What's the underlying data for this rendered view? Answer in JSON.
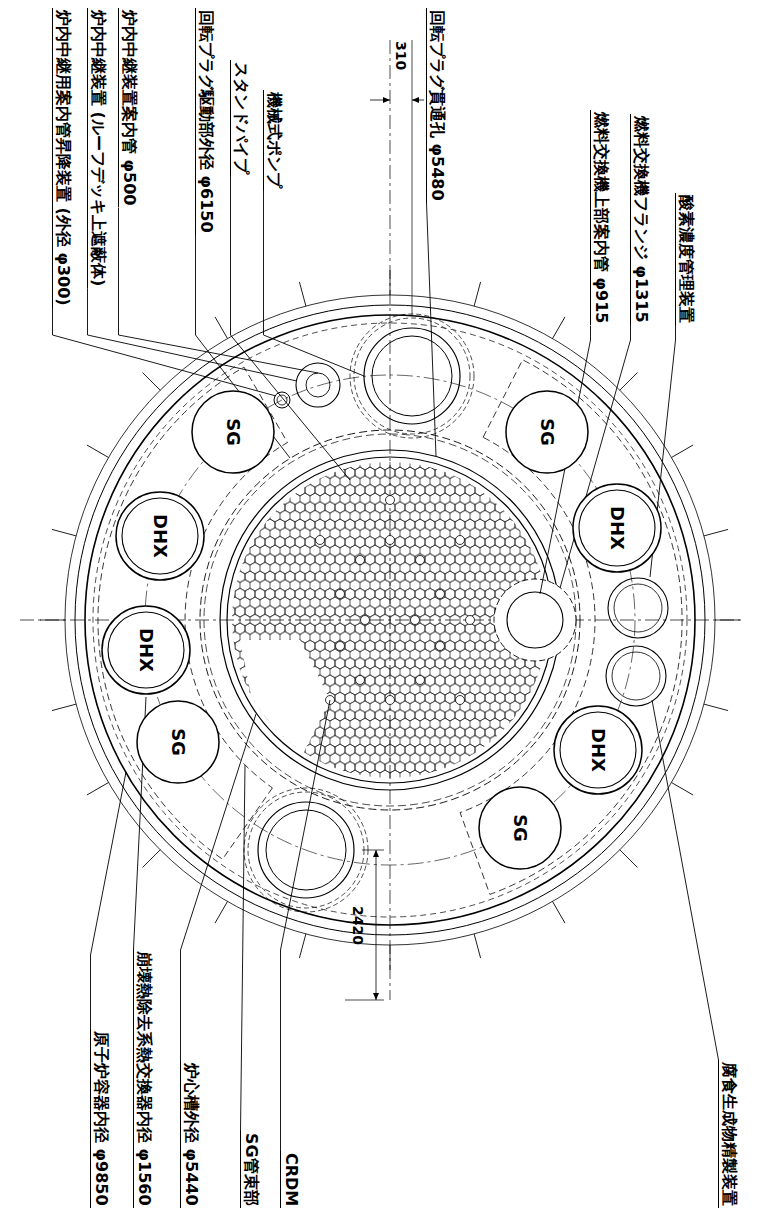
{
  "diagram": {
    "nodes": [
      {
        "text": [
          "SG"
        ]
      },
      {
        "text": [
          "SG"
        ]
      },
      {
        "text": [
          "DHX"
        ]
      },
      {
        "text": [
          "DHX"
        ]
      },
      {
        "text": [
          "DHX"
        ]
      },
      {
        "text": [
          "SG"
        ]
      },
      {
        "text": [
          "DHX"
        ]
      },
      {
        "text": [
          "SG"
        ]
      }
    ],
    "labels": [
      "炉内中継用案内管昇降装置 (外径 φ300)",
      "炉内中継装置 (ルーフデッキ上遮蔽体)",
      "炉内中継装置案内管 φ500",
      "回転プラグ駆動部外径 φ6150",
      "スタンドパイプ",
      "機械式ポンプ",
      "310",
      "回転プラグ貫通孔 φ5480",
      "燃料交換機上部案内管 φ915",
      "燃料交換機フランジ φ1315",
      "酸素濃度管理装置",
      "原子炉容器内径 φ9850",
      "崩壊熱除去系熱交換器内径 φ1560",
      "炉心槽外径 φ5440",
      "SG管束部",
      "CRDM",
      "2420",
      "腐食生成物精製装置"
    ]
  }
}
